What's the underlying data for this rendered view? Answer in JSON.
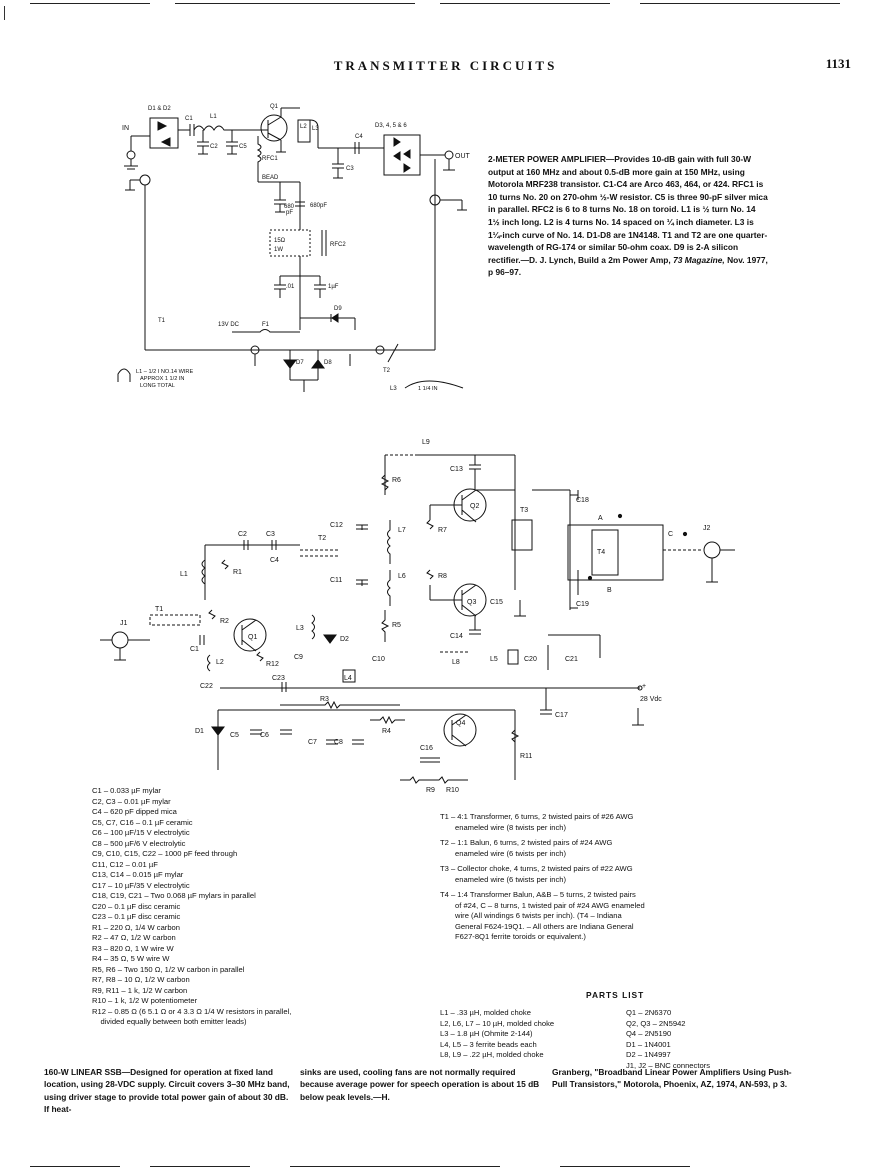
{
  "header": {
    "title": "TRANSMITTER CIRCUITS",
    "page_number": "1131"
  },
  "fig1": {
    "labels": {
      "in": "IN",
      "out": "OUT",
      "d1d2": "D1 & D2",
      "c1": "C1",
      "l1": "L1",
      "c2": "C2",
      "c5": "C5",
      "q1": "Q1",
      "l2": "L2",
      "l3": "L3",
      "rfc1": "RFC1",
      "bead": "BEAD",
      "d3d6": "D3, 4, 5 & 6",
      "c4": "C4",
      "c3": "C3",
      "c680a": "680",
      "pf": "pF",
      "c680b": "680pF",
      "r15": "15Ω",
      "r1w": "1W",
      "rfc2": "RFC2",
      "c01": ".01",
      "c1uf": "1µF",
      "d9": "D9",
      "t1": "T1",
      "v13": "13V DC",
      "f1": "F1",
      "d7": "D7",
      "d8": "D8",
      "t2": "T2",
      "l1note1": "L1 – 1/2 I NO.14 WIRE",
      "l1note2": "APPROX 1 1/2 IN",
      "l1note3": "LONG TOTAL",
      "l3len": "1 1/4 IN"
    },
    "caption": {
      "title": "2-METER POWER AMPLIFIER—",
      "body": "Provides 10-dB gain with full 30-W output at 160 MHz and about 0.5-dB more gain at 150 MHz, using Motorola MRF238 transistor. C1-C4 are Arco 463, 464, or 424. RFC1 is 10 turns No. 20 on 270-ohm ½-W resistor. C5 is three 90-pF silver mica in parallel. RFC2 is 6 to 8 turns No. 18 on toroid. L1 is ½ turn No. 14 1½ inch long. L2 is 4 turns No. 14 spaced on ¼ inch diameter. L3 is 1¼-inch curve of No. 14. D1-D8 are 1N4148. T1 and T2 are one quarter-wavelength of RG-174 or similar 50-ohm coax. D9 is 2-A silicon rectifier.—D. J. Lynch, Build a 2m Power Amp, ",
      "magazine": "73 Magazine,",
      "tail": " Nov. 1977, p 96–97."
    }
  },
  "fig2": {
    "labels": {
      "l9": "L9",
      "c13": "C13",
      "r6": "R6",
      "q2": "Q2",
      "t3": "T3",
      "c18": "C18",
      "a": "A",
      "c": "C",
      "j2": "J2",
      "c12": "C12",
      "t2": "T2",
      "c2": "C2",
      "c3": "C3",
      "c4": "C4",
      "l7": "L7",
      "r7": "R7",
      "t4": "T4",
      "l1": "L1",
      "r1": "R1",
      "c11": "C11",
      "l6": "L6",
      "r8": "R8",
      "b": "B",
      "t1": "T1",
      "j1": "J1",
      "r2": "R2",
      "q3": "Q3",
      "c15": "C15",
      "c19": "C19",
      "l3": "L3",
      "d2": "D2",
      "r5": "R5",
      "c1": "C1",
      "q1": "Q1",
      "c9": "C9",
      "c10": "C10",
      "c14": "C14",
      "l5": "L5",
      "c20": "C20",
      "c21": "C21",
      "l2": "L2",
      "r12": "R12",
      "l8": "L8",
      "c22": "C22",
      "c23": "C23",
      "l4": "L4",
      "vdc": "28 Vdc",
      "plus": "+",
      "r3": "R3",
      "c17": "C17",
      "d1": "D1",
      "c5": "C5",
      "c6": "C6",
      "c7": "C7",
      "c8": "C8",
      "r4": "R4",
      "q4": "Q4",
      "c16": "C16",
      "r11": "R11",
      "r9": "R9",
      "r10": "R10"
    }
  },
  "component_list": [
    "C1 – 0.033 µF mylar",
    "C2, C3 – 0.01 µF mylar",
    "C4 – 620 pF dipped mica",
    "C5, C7, C16 – 0.1 µF ceramic",
    "C6 – 100 µF/15 V electrolytic",
    "C8 – 500 µF/6 V electrolytic",
    "C9, C10, C15, C22 – 1000 pF feed through",
    "C11, C12 – 0.01 µF",
    "C13, C14 – 0.015 µF mylar",
    "C17 – 10 µF/35 V electrolytic",
    "C18, C19, C21 – Two 0.068 µF mylars in parallel",
    "C20 – 0.1 µF disc ceramic",
    "C23 – 0.1 µF disc ceramic",
    "R1 – 220 Ω, 1/4 W carbon",
    "R2 – 47 Ω, 1/2 W carbon",
    "R3 – 820 Ω, 1 W wire W",
    "R4 – 35 Ω, 5 W wire W",
    "R5, R6 – Two 150 Ω, 1/2 W carbon in parallel",
    "R7, R8 – 10 Ω, 1/2 W carbon",
    "R9, R11 – 1 k, 1/2 W carbon",
    "R10 – 1 k, 1/2 W potentiometer",
    "R12 – 0.85 Ω (6 5.1 Ω or 4 3.3 Ω 1/4 W resistors in parallel,",
    "    divided equally between both emitter leads)"
  ],
  "transformers": [
    {
      "line1": "T1 – 4:1 Transformer, 6 turns, 2 twisted pairs of #26 AWG",
      "cont": [
        "enameled wire (8 twists per inch)"
      ]
    },
    {
      "line1": "T2 – 1:1 Balun, 6 turns, 2 twisted pairs of #24 AWG",
      "cont": [
        "enameled wire (6 twists per inch)"
      ]
    },
    {
      "line1": "T3 – Collector choke, 4 turns, 2 twisted pairs of #22 AWG",
      "cont": [
        "enameled wire (6 twists per inch)"
      ]
    },
    {
      "line1": "T4 – 1:4 Transformer Balun, A&B – 5 turns, 2 twisted pairs",
      "cont": [
        "of #24, C – 8 turns, 1 twisted pair of #24 AWG enameled",
        "wire (All windings 6 twists per inch). (T4 – Indiana",
        "General F624-19Q1. – All others are Indiana General",
        "F627-8Q1 ferrite toroids or equivalent.)"
      ]
    }
  ],
  "parts_list": {
    "title": "PARTS LIST",
    "left": [
      "L1 – .33 µH, molded choke",
      "L2, L6, L7 – 10 µH, molded choke",
      "L3 – 1.8 µH (Ohmite 2-144)",
      "L4, L5 – 3 ferrite beads each",
      "L8, L9 – .22 µH, molded choke"
    ],
    "right": [
      "Q1 – 2N6370",
      "Q2, Q3 – 2N5942",
      "Q4 – 2N5190",
      "",
      "D1 – 1N4001",
      "D2 – 1N4997",
      "",
      "J1, J2 – BNC connectors"
    ]
  },
  "bottom_caption": {
    "col1_title": "160-W LINEAR SSB—",
    "col1": "Designed for operation at fixed land location, using 28-VDC supply. Circuit covers 3–30 MHz band, using driver stage to provide total power gain of about 30 dB. If heat-",
    "col2": "sinks are used, cooling fans are not normally required because average power for speech operation is about 15 dB below peak levels.—H.",
    "col3": "Granberg, \"Broadband Linear Power Amplifiers Using Push-Pull Transistors,\" Motorola, Phoenix, AZ, 1974, AN-593, p 3."
  }
}
